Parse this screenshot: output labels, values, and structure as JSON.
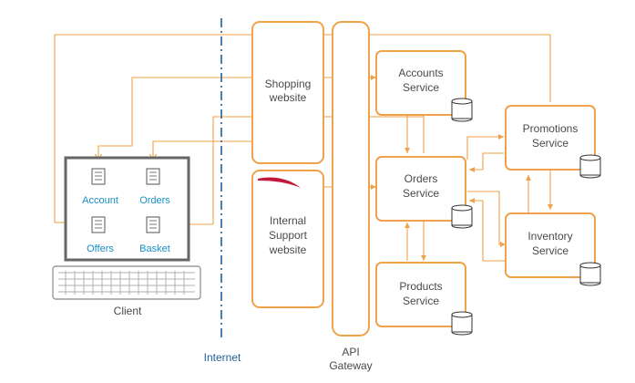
{
  "colors": {
    "orange": "#f0a24a",
    "client_frame": "#666666",
    "client_label": "#1a8fc6",
    "internet_line": "#1f5f9a",
    "text": "#4a4a4a"
  },
  "client": {
    "caption": "Client",
    "modules": [
      {
        "label": "Account",
        "icon": "form-icon"
      },
      {
        "label": "Orders",
        "icon": "form-icon"
      },
      {
        "label": "Offers",
        "icon": "form-icon"
      },
      {
        "label": "Basket",
        "icon": "form-icon"
      }
    ]
  },
  "internet": {
    "label": "Internet"
  },
  "websites": {
    "shopping": {
      "line1": "Shopping",
      "line2": "website"
    },
    "support": {
      "line1": "Internal",
      "line2": "Support",
      "line3": "website"
    }
  },
  "gateway": {
    "line1": "API",
    "line2": "Gateway"
  },
  "services": {
    "accounts": {
      "line1": "Accounts",
      "line2": "Service"
    },
    "orders": {
      "line1": "Orders",
      "line2": "Service"
    },
    "products": {
      "line1": "Products",
      "line2": "Service"
    },
    "promotions": {
      "line1": "Promotions",
      "line2": "Service"
    },
    "inventory": {
      "line1": "Inventory",
      "line2": "Service"
    }
  }
}
